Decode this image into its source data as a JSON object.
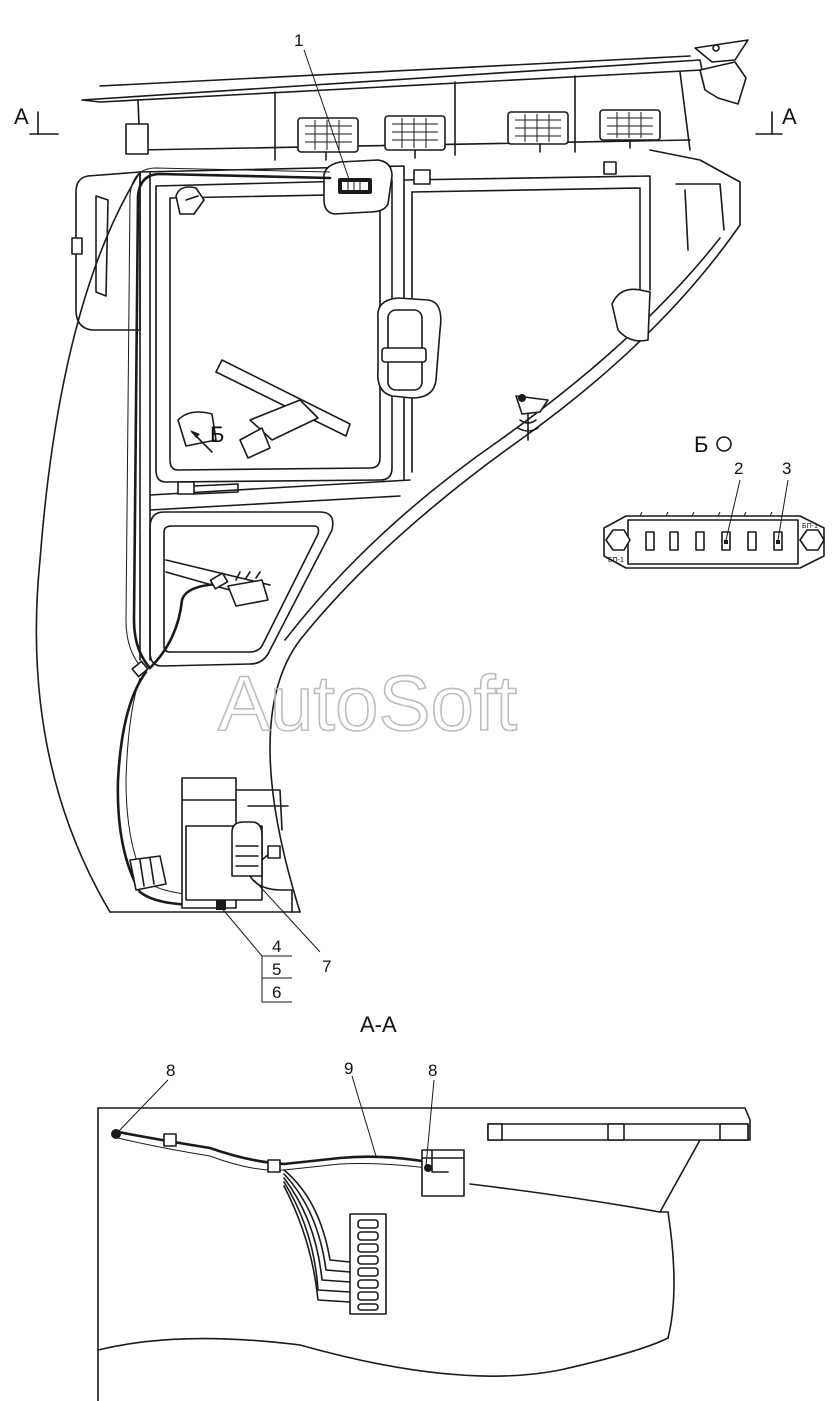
{
  "section_markers": {
    "left": "A",
    "right": "A"
  },
  "view_b_label": "Б",
  "view_b_pointer": "Б",
  "section_title": "A-A",
  "callouts": {
    "c1": "1",
    "c2": "2",
    "c3": "3",
    "c4": "4",
    "c5": "5",
    "c6": "6",
    "c7": "7",
    "c8a": "8",
    "c8b": "8",
    "c9": "9"
  },
  "fuse_tags": {
    "left": "БП-1",
    "right": "БП-1"
  },
  "watermark": "AutoSoft"
}
